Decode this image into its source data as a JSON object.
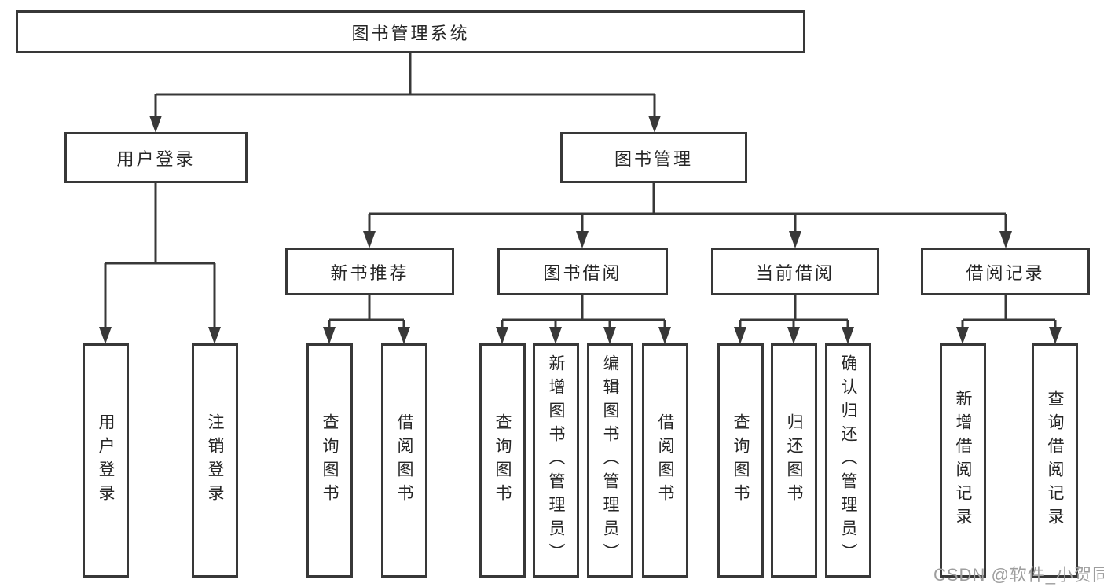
{
  "colors": {
    "line": "#383838",
    "ink": "#262626",
    "watermark": "#9e9e9e",
    "bg": "#ffffff"
  },
  "watermark": "CSDN @软件_小贺同学",
  "tree": {
    "label": "图书管理系统",
    "children": [
      {
        "label": "用户登录",
        "children": [
          {
            "label": "用户登录"
          },
          {
            "label": "注销登录"
          }
        ]
      },
      {
        "label": "图书管理",
        "children": [
          {
            "label": "新书推荐",
            "children": [
              {
                "label": "查询图书"
              },
              {
                "label": "借阅图书"
              }
            ]
          },
          {
            "label": "图书借阅",
            "children": [
              {
                "label": "查询图书"
              },
              {
                "label": "新增图书（管理员）"
              },
              {
                "label": "编辑图书（管理员）"
              },
              {
                "label": "借阅图书"
              }
            ]
          },
          {
            "label": "当前借阅",
            "children": [
              {
                "label": "查询图书"
              },
              {
                "label": "归还图书"
              },
              {
                "label": "确认归还（管理员）"
              }
            ]
          },
          {
            "label": "借阅记录",
            "children": [
              {
                "label": "新增借阅记录"
              },
              {
                "label": "查询借阅记录"
              }
            ]
          }
        ]
      }
    ]
  }
}
